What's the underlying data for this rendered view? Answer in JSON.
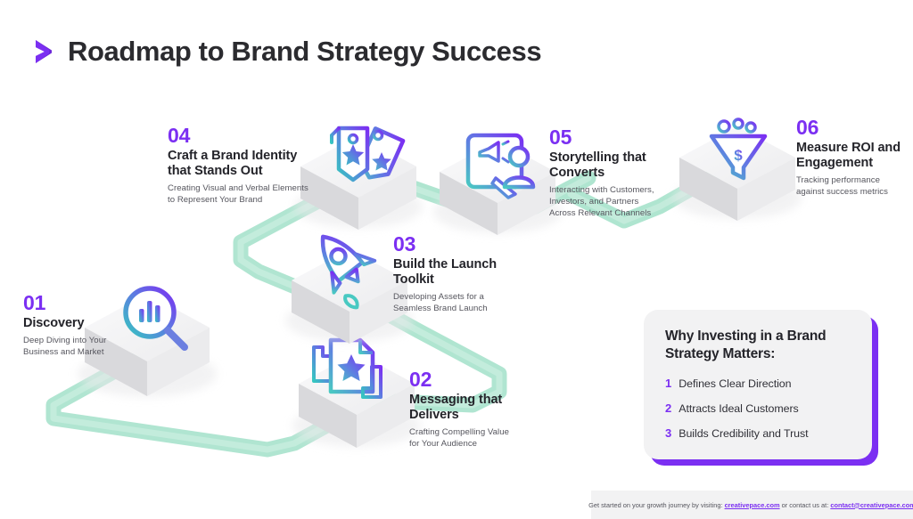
{
  "header": {
    "title": "Roadmap to Brand Strategy Success",
    "logo_icon": "chevron-right-icon",
    "accent_color": "#7b2ff2",
    "title_color": "#2b2b2f"
  },
  "theme": {
    "path_color": "#a9e3cd",
    "cube_top": "#f3f3f4",
    "cube_left": "#d9d9dc",
    "cube_right": "#eaeaec",
    "icon_gradient_start": "#36c6c0",
    "icon_gradient_mid": "#5b7fe0",
    "icon_gradient_end": "#7b2ff2"
  },
  "steps": [
    {
      "number": "01",
      "title": "Discovery",
      "desc_lines": [
        "Deep Diving into Your",
        "Business and Market"
      ],
      "icon": "magnifier-bar-chart-icon"
    },
    {
      "number": "02",
      "title_lines": [
        "Messaging that",
        "Delivers"
      ],
      "desc_lines": [
        "Crafting Compelling Value",
        "for Your Audience"
      ],
      "icon": "document-star-icon"
    },
    {
      "number": "03",
      "title_lines": [
        "Build the Launch",
        "Toolkit"
      ],
      "desc_lines": [
        "Developing Assets for a",
        "Seamless Brand Launch"
      ],
      "icon": "rocket-icon"
    },
    {
      "number": "04",
      "title_lines": [
        "Craft a Brand Identity",
        "that Stands Out"
      ],
      "desc_lines": [
        "Creating Visual and Verbal Elements",
        "to Represent Your Brand"
      ],
      "icon": "price-tags-star-icon"
    },
    {
      "number": "05",
      "title_lines": [
        "Storytelling that",
        "Converts"
      ],
      "desc_lines": [
        "Interacting with Customers,",
        "Investors, and Partners",
        "Across Relevant Channels"
      ],
      "icon": "megaphone-document-person-icon"
    },
    {
      "number": "06",
      "title_lines": [
        "Measure ROI and",
        "Engagement"
      ],
      "desc_lines": [
        "Tracking performance",
        "against success metrics"
      ],
      "icon": "funnel-dollar-icon"
    }
  ],
  "callout": {
    "title_lines": [
      "Why Investing in a Brand",
      "Strategy Matters:"
    ],
    "items": [
      {
        "index": "1",
        "text": "Defines Clear Direction"
      },
      {
        "index": "2",
        "text": "Attracts Ideal Customers"
      },
      {
        "index": "3",
        "text": "Builds Credibility and Trust"
      }
    ]
  },
  "footer": {
    "lead": "Get started on your growth journey by visiting:",
    "website": "creativepace.com",
    "middle": "or contact us at:",
    "email": "contact@creativepace.com"
  }
}
